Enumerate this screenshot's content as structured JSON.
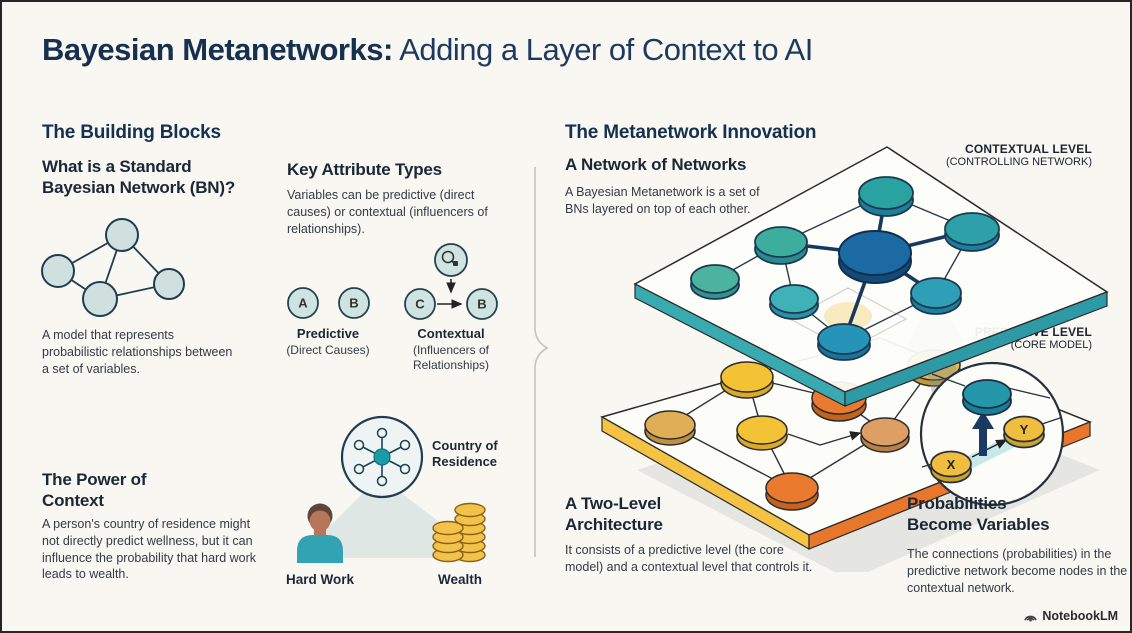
{
  "page": {
    "title_bold": "Bayesian Metanetworks:",
    "title_light": "Adding a Layer of Context to AI"
  },
  "left": {
    "section_title": "The Building Blocks",
    "bn": {
      "heading": "What is a Standard Bayesian Network (BN)?",
      "caption": "A model that represents probabilistic relationships between a set of variables."
    },
    "attributes": {
      "heading": "Key Attribute Types",
      "body": "Variables can be predictive (direct causes) or contextual (influencers of relationships).",
      "node_a": "A",
      "node_b": "B",
      "node_c": "C",
      "node_b2": "B",
      "predictive_label": "Predictive",
      "predictive_sub": "(Direct Causes)",
      "contextual_label": "Contextual",
      "contextual_sub": "(Influencers of Relationships)"
    },
    "power": {
      "heading": "The Power of Context",
      "body": "A person's country of residence might not directly predict wellness, but it can influence the probability that hard work leads to wealth."
    },
    "example": {
      "context_label": "Country of Residence",
      "cause_label": "Hard Work",
      "effect_label": "Wealth"
    }
  },
  "right": {
    "section_title": "The Metanetwork Innovation",
    "network": {
      "heading": "A Network of Networks",
      "body": "A Bayesian Metanetwork is a set of BNs layered on top of each other."
    },
    "levels": {
      "contextual_title": "CONTEXTUAL LEVEL",
      "contextual_sub": "(CONTROLLING NETWORK)",
      "predictive_title": "PREDICTIVE LEVEL",
      "predictive_sub": "(CORE MODEL)"
    },
    "zoom": {
      "node_x": "X",
      "node_y": "Y"
    },
    "two_level": {
      "heading": "A Two-Level Architecture",
      "body": "It consists of a predictive level (the core model) and a contextual level that controls it."
    },
    "probabilities": {
      "heading": "Probabilities Become Variables",
      "body": "The connections (probabilities) in the predictive network become nodes in the contextual network."
    }
  },
  "footer": {
    "brand": "NotebookLM"
  },
  "colors": {
    "background": "#f8f7f2",
    "navy_heading": "#16304f",
    "teal": "#35a8ad",
    "dark_blue_node": "#1c6aa4",
    "yellow_node": "#f2c235",
    "orange_node": "#ea7a2d",
    "light_node": "#cfe0de"
  },
  "icons": [
    "magnifier-icon",
    "hub-network-icon",
    "person-icon",
    "coins-icon",
    "up-arrow-icon",
    "right-arrow-icon",
    "down-arrow-icon",
    "notebooklm-logo-icon"
  ]
}
